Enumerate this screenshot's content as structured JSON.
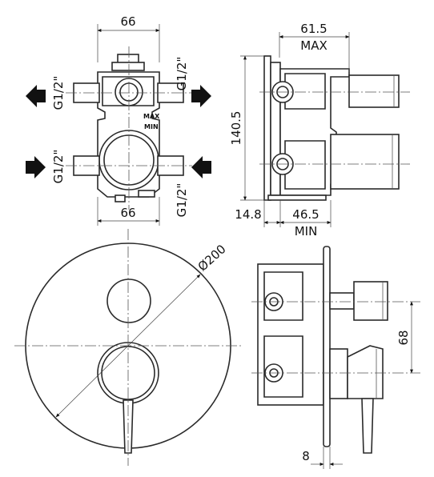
{
  "front_view": {
    "width_top": "66",
    "width_bottom": "66",
    "thread_top_right": "G1/2\"",
    "thread_bottom_right": "G1/2\"",
    "thread_upper_left": "G1/2\"",
    "thread_lower_left": "G1/2\"",
    "marking_max": "MAX",
    "marking_min": "MIN"
  },
  "side_view": {
    "depth_max_value": "61.5",
    "depth_max_label": "MAX",
    "height": "140.5",
    "flange_offset": "14.8",
    "depth_min_value": "46.5",
    "depth_min_label": "MIN"
  },
  "plate_front": {
    "diameter": "Ø200"
  },
  "plate_side": {
    "outlet_spacing": "68",
    "plate_thickness": "8"
  }
}
